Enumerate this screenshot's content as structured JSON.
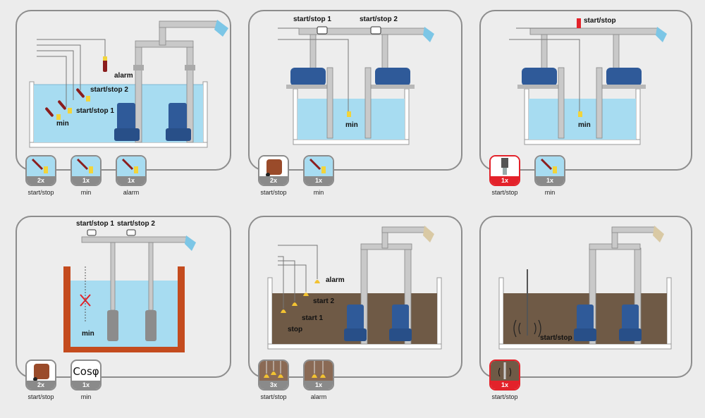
{
  "colors": {
    "water": "#a7dcf1",
    "sludge": "#6f5a46",
    "pump": "#2f5a99",
    "pipe": "#c9c9c9",
    "brick": "#c44b1e",
    "alert": "#e3222a"
  },
  "panels": [
    {
      "labels": {
        "alarm": "alarm",
        "ss2": "start/stop 2",
        "ss1": "start/stop 1",
        "min": "min"
      },
      "badges": [
        {
          "count": "2x",
          "caption": "start/stop",
          "icon": "float-switch-icon"
        },
        {
          "count": "1x",
          "caption": "min",
          "icon": "float-switch-icon"
        },
        {
          "count": "1x",
          "caption": "alarm",
          "icon": "float-switch-icon"
        }
      ]
    },
    {
      "labels": {
        "ss1": "start/stop 1",
        "ss2": "start/stop 2",
        "min": "min"
      },
      "badges": [
        {
          "count": "2x",
          "caption": "start/stop",
          "icon": "pressure-switch-icon"
        },
        {
          "count": "1x",
          "caption": "min",
          "icon": "float-switch-icon"
        }
      ]
    },
    {
      "labels": {
        "ss": "start/stop",
        "min": "min"
      },
      "badges": [
        {
          "count": "1x",
          "caption": "start/stop",
          "icon": "pressure-transducer-icon"
        },
        {
          "count": "1x",
          "caption": "min",
          "icon": "float-switch-icon"
        }
      ]
    },
    {
      "labels": {
        "ss1": "start/stop 1",
        "ss2": "start/stop 2",
        "min": "min"
      },
      "badges": [
        {
          "count": "2x",
          "caption": "start/stop",
          "icon": "pressure-switch-icon"
        },
        {
          "count": "1x",
          "caption": "min",
          "symbol": "Cosφ",
          "icon": "cos-phi-icon"
        }
      ]
    },
    {
      "labels": {
        "alarm": "alarm",
        "start2": "start 2",
        "start1": "start 1",
        "stop": "stop"
      },
      "badges": [
        {
          "count": "3x",
          "caption": "start/stop",
          "icon": "bell-float-icon"
        },
        {
          "count": "1x",
          "caption": "alarm",
          "icon": "bell-float-icon"
        }
      ]
    },
    {
      "labels": {
        "ss": "start/stop"
      },
      "badges": [
        {
          "count": "1x",
          "caption": "start/stop",
          "icon": "level-probe-icon"
        }
      ]
    }
  ]
}
